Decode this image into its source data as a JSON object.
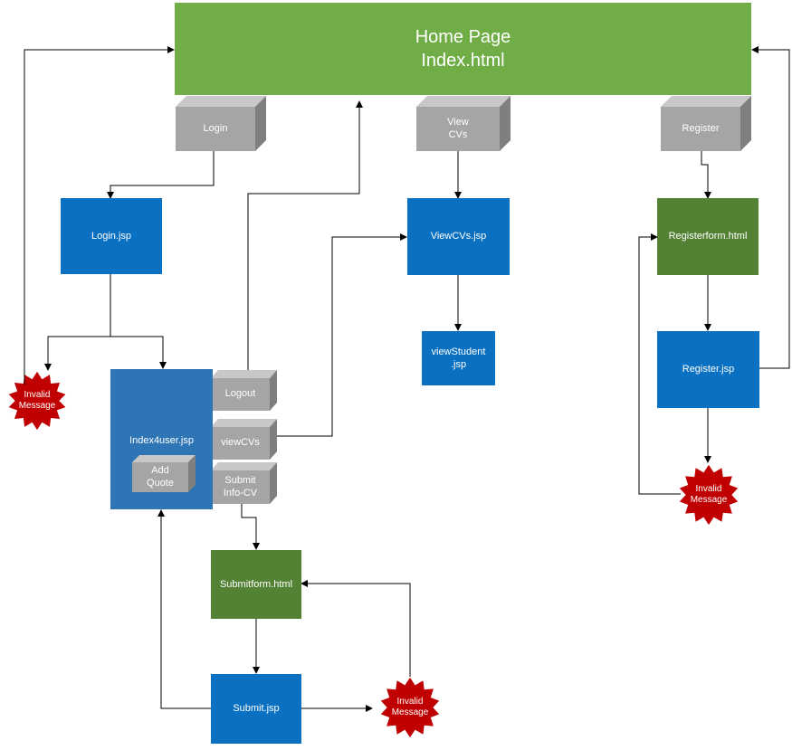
{
  "home": {
    "title": "Home Page",
    "file": "Index.html"
  },
  "buttons": {
    "login": "Login",
    "view_cvs": "View\nCVs",
    "register": "Register",
    "logout": "Logout",
    "viewcvs_small": "viewCVs",
    "submit_info": "Submit\nInfo-CV",
    "add_quote": "Add\nQuote"
  },
  "pages": {
    "login_jsp": "Login.jsp",
    "viewcvs_jsp": "ViewCVs.jsp",
    "viewstudent_jsp": "viewStudent\n.jsp",
    "registerform_html": "Registerform.html",
    "register_jsp": "Register.jsp",
    "index4user_jsp": "Index4user.jsp",
    "submitform_html": "Submitform.html",
    "submit_jsp": "Submit.jsp"
  },
  "messages": {
    "invalid": "Invalid\nMessage"
  },
  "colors": {
    "home_green": "#70ad47",
    "page_blue": "#0a70c1",
    "form_green": "#548235",
    "cube_gray": "#a5a5a5",
    "star_red": "#c00000"
  }
}
